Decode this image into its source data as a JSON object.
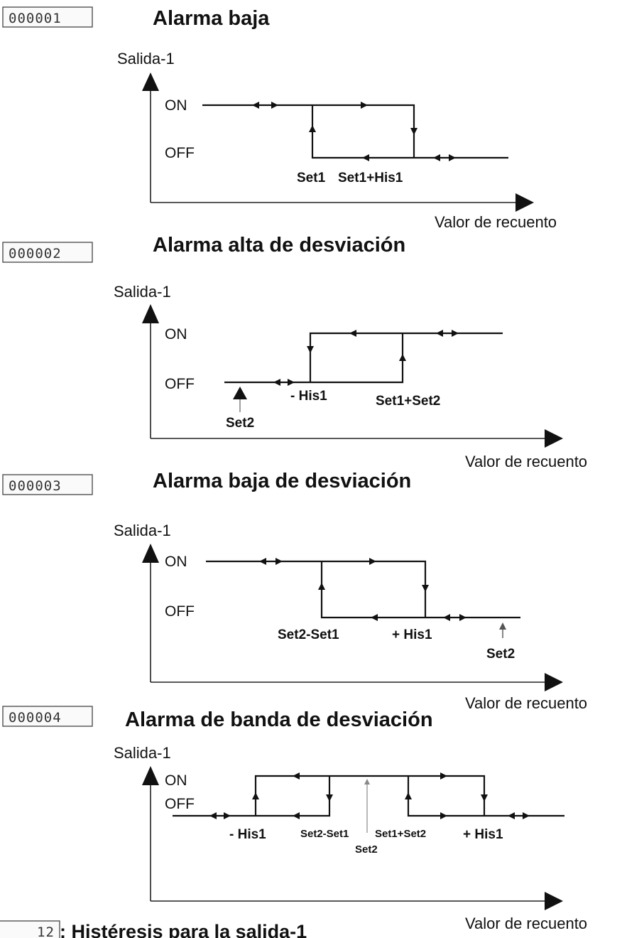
{
  "panels": [
    {
      "code": "000001",
      "title": "Alarma baja",
      "ylabel": "Salida-1",
      "xlabel": "Valor de recuento",
      "on": "ON",
      "off": "OFF",
      "marks": [
        "Set1",
        "Set1+His1"
      ]
    },
    {
      "code": "000002",
      "title": "Alarma alta de desviación",
      "ylabel": "Salida-1",
      "xlabel": "Valor de recuento",
      "on": "ON",
      "off": "OFF",
      "marks": [
        "Set2",
        "- His1",
        "Set1+Set2"
      ]
    },
    {
      "code": "000003",
      "title": "Alarma baja de desviación",
      "ylabel": "Salida-1",
      "xlabel": "Valor de recuento",
      "on": "ON",
      "off": "OFF",
      "marks": [
        "Set2-Set1",
        "+ His1",
        "Set2"
      ]
    },
    {
      "code": "000004",
      "title": "Alarma de banda de desviación",
      "ylabel": "Salida-1",
      "xlabel": "Valor de recuento",
      "on": "ON",
      "off": "OFF",
      "marks": [
        "- His1",
        "Set2-Set1",
        "Set2",
        "Set1+Set2",
        "+ His1"
      ]
    }
  ],
  "footer": {
    "code": "12",
    "text": ": Histéresis para la salida-1"
  }
}
